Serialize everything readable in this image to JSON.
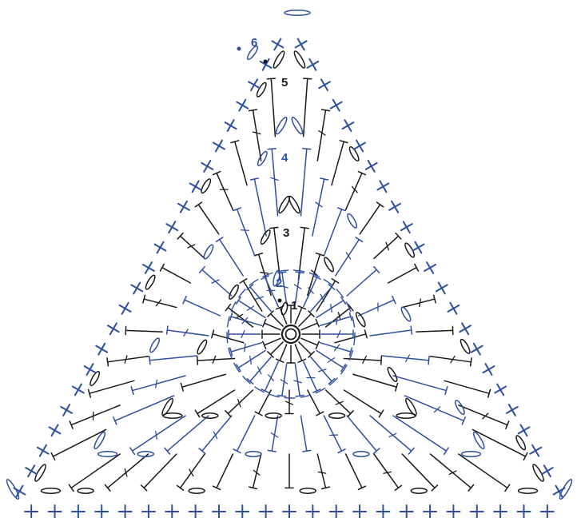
{
  "diagram": {
    "colors": {
      "black_rounds": "#1a1a1a",
      "blue_rounds": "#2d4f9e",
      "background": "#ffffff"
    },
    "rounds": [
      {
        "label": "1",
        "color": "black"
      },
      {
        "label": "2",
        "color": "blue"
      },
      {
        "label": "3",
        "color": "black"
      },
      {
        "label": "4",
        "color": "blue"
      },
      {
        "label": "5",
        "color": "black"
      },
      {
        "label": "6",
        "color": "blue"
      }
    ],
    "symbols": {
      "center_ring": "magic-ring",
      "outer_round": "single-crochet-cross",
      "inner_rounds": "double-crochet-stitch",
      "corners": "chain-loop"
    }
  }
}
